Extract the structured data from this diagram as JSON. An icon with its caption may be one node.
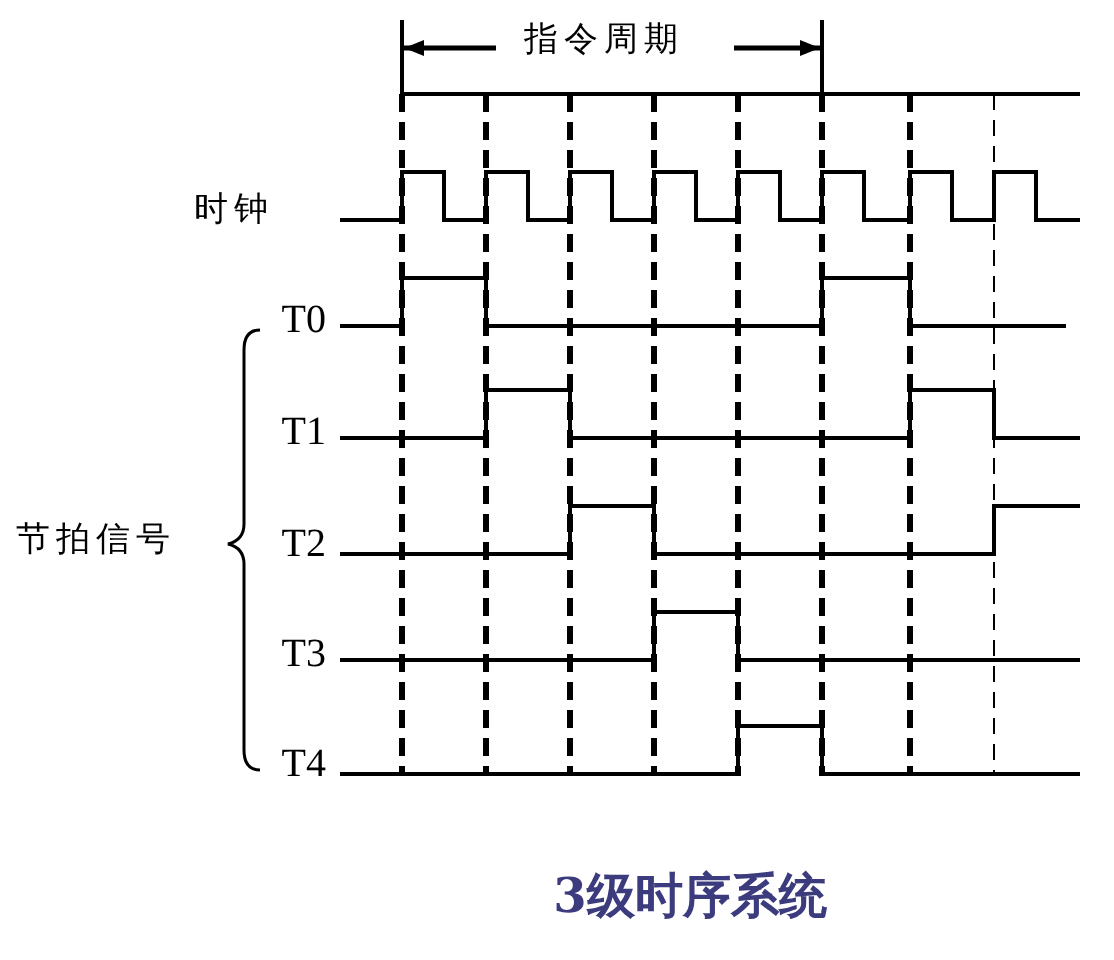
{
  "diagram": {
    "caption": "3级时序系统",
    "labels": [
      "指令周期",
      "时钟",
      "T0",
      "T1",
      "节拍信号",
      "T2",
      "T3",
      "T4"
    ]
  }
}
